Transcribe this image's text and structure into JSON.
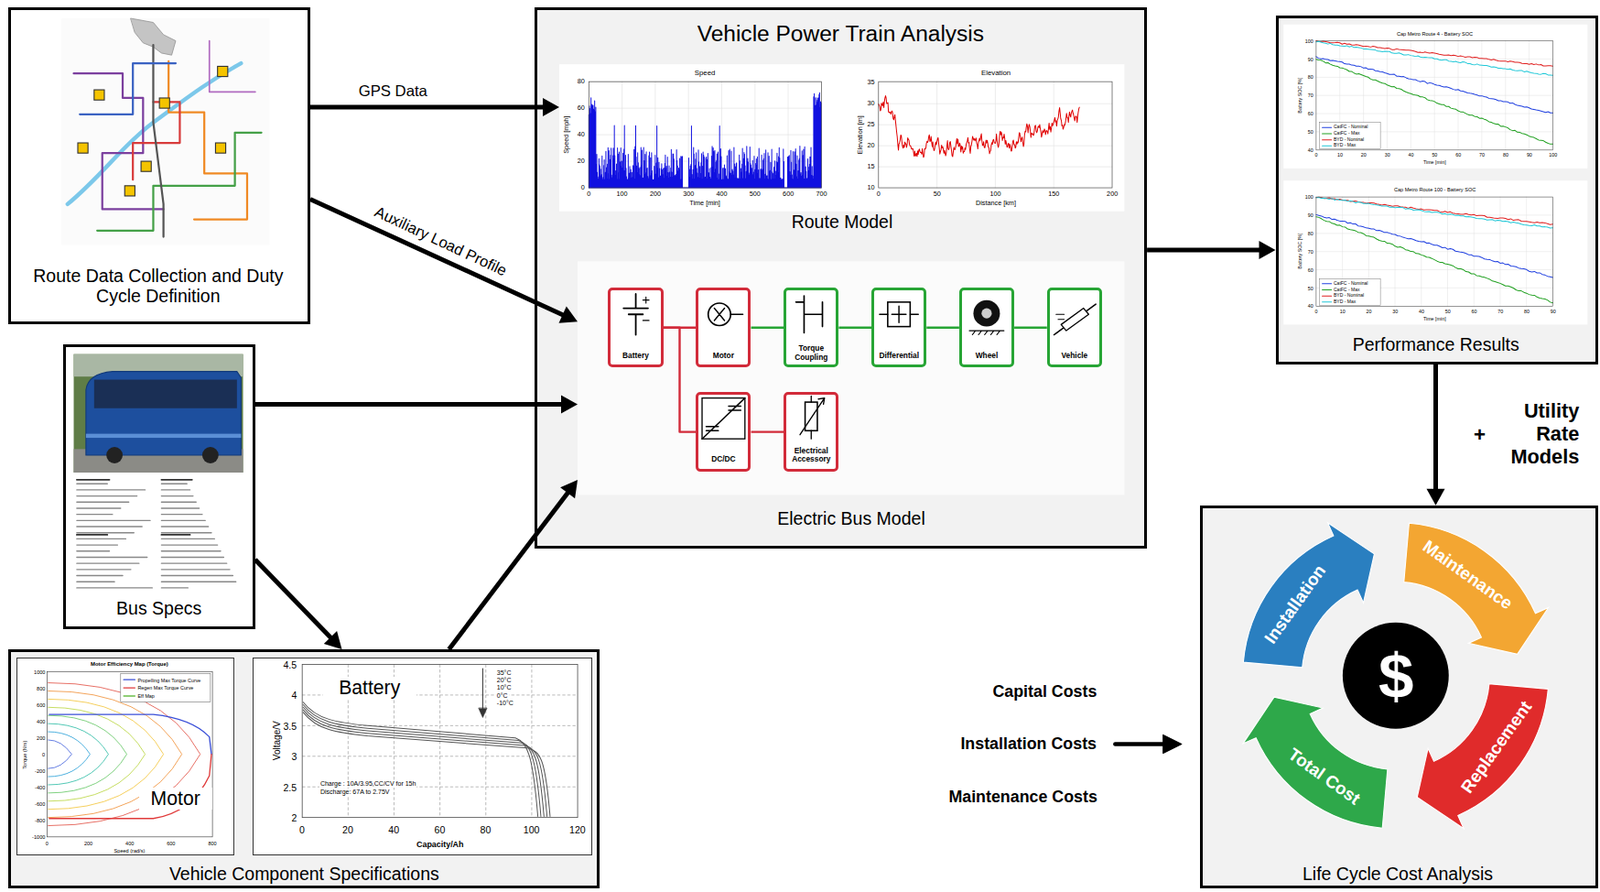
{
  "diagram": {
    "nodes": [
      {
        "text": [
          "Route Data Collection and Duty Cycle Definition"
        ]
      },
      {
        "text": [
          "Bus Specs"
        ]
      },
      {
        "text": [
          "Vehicle Component Specifications"
        ]
      },
      {
        "text": [
          "Motor"
        ],
        "in": 2
      },
      {
        "text": [
          "Battery"
        ],
        "in": 2
      },
      {
        "text": [
          "Vehicle Power Train Analysis"
        ]
      },
      {
        "text": [
          "Route Model"
        ],
        "in": 5
      },
      {
        "text": [
          "Electric Bus Model"
        ],
        "in": 5
      },
      {
        "text": [
          "Battery"
        ],
        "in": 7
      },
      {
        "text": [
          "Motor"
        ],
        "in": 7
      },
      {
        "text": [
          "Torque Coupling"
        ],
        "in": 7
      },
      {
        "text": [
          "Differential"
        ],
        "in": 7
      },
      {
        "text": [
          "Wheel"
        ],
        "in": 7
      },
      {
        "text": [
          "Vehicle"
        ],
        "in": 7
      },
      {
        "text": [
          "DC/DC"
        ],
        "in": 7
      },
      {
        "text": [
          "Electrical Accessory"
        ],
        "in": 7
      },
      {
        "text": [
          "Performance Results"
        ]
      },
      {
        "text": [
          "Life Cycle Cost Analysis"
        ]
      }
    ],
    "edges": [
      {
        "from": 0,
        "to": 6,
        "label": "GPS Data",
        "arrow": "to"
      },
      {
        "from": 0,
        "to": 7,
        "label": "Auxiliary Load Profile",
        "arrow": "to"
      },
      {
        "from": 1,
        "to": 7,
        "arrow": "to"
      },
      {
        "from": 1,
        "to": 2,
        "arrow": "to"
      },
      {
        "from": 2,
        "to": 7,
        "arrow": "to"
      },
      {
        "from": 8,
        "to": 9,
        "arrow": "none"
      },
      {
        "from": 9,
        "to": 10,
        "arrow": "none"
      },
      {
        "from": 10,
        "to": 11,
        "arrow": "none"
      },
      {
        "from": 11,
        "to": 12,
        "arrow": "none"
      },
      {
        "from": 12,
        "to": 13,
        "arrow": "none"
      },
      {
        "from": 8,
        "to": 14,
        "arrow": "none"
      },
      {
        "from": 14,
        "to": 15,
        "arrow": "none"
      },
      {
        "from": 5,
        "to": 16,
        "arrow": "to"
      },
      {
        "from": 16,
        "to": 17,
        "label": "Utility Rate Models",
        "arrow": "to"
      }
    ],
    "labels": [
      "+",
      "Capital Costs",
      "Installation Costs",
      "Maintenance Costs",
      "Installation",
      "Maintenance",
      "Replacement",
      "Total Cost",
      "$",
      "Speed",
      "Speed [mph]",
      "0",
      "20",
      "40",
      "60",
      "80",
      "0",
      "100",
      "200",
      "300",
      "400",
      "500",
      "600",
      "700",
      "Time [min]",
      "Elevation",
      "Elevation [m]",
      "10",
      "15",
      "20",
      "25",
      "30",
      "35",
      "0",
      "50",
      "100",
      "150",
      "200",
      "Distance [km]",
      "Motor Efficiency Map (Torque)",
      "1000",
      "800",
      "600",
      "400",
      "200",
      "0",
      "-200",
      "-400",
      "-600",
      "-800",
      "-1000",
      "0",
      "200",
      "400",
      "600",
      "800",
      "Speed (rad/s)",
      "Torque (Nm)",
      "4.5",
      "4",
      "3.5",
      "3",
      "2.5",
      "2",
      "0",
      "20",
      "40",
      "60",
      "80",
      "100",
      "120",
      "Voltage/V",
      "Capacity/Ah",
      "35°C",
      "20°C",
      "10°C",
      "0°C",
      "-10°C",
      "Charge : 10A/3.95,CC/CV for 15h",
      "Discharge: 67A to 2.75V",
      "Cap Metro Route 4 - Battery SOC",
      "Battery SOC [%]",
      "100",
      "90",
      "80",
      "70",
      "60",
      "50",
      "40",
      "0",
      "10",
      "20",
      "30",
      "40",
      "50",
      "60",
      "70",
      "80",
      "90",
      "100",
      "Time [min]",
      "Cap Metro Route 100 - Battery SOC",
      "Battery SOC [%]",
      "100",
      "90",
      "80",
      "70",
      "60",
      "50",
      "40",
      "0",
      "10",
      "20",
      "30",
      "40",
      "50",
      "60",
      "70",
      "80",
      "90",
      "Time [min]"
    ],
    "legend": [
      {
        "text": "CatFC - Nominal"
      },
      {
        "text": "CatFC - Max"
      },
      {
        "text": "BYD - Nominal"
      },
      {
        "text": "BYD - Max"
      },
      {
        "text": "CatFC - Nominal"
      },
      {
        "text": "CatFC - Max"
      },
      {
        "text": "BYD - Nominal"
      },
      {
        "text": "BYD - Max"
      },
      {
        "text": "Propelling Max Torque Curve"
      },
      {
        "text": "Regen Max Torque Curve"
      },
      {
        "text": "Eff Map"
      }
    ]
  }
}
